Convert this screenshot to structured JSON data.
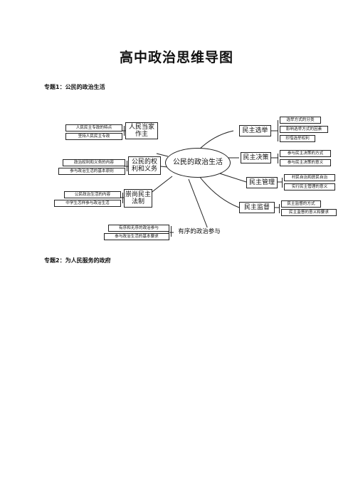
{
  "title": "高中政治思维导图",
  "sections": [
    {
      "heading": "专题1：公民的政治生活"
    },
    {
      "heading": "专题2：为人民服务的政府"
    }
  ],
  "mindmap": {
    "center": "公民的政治生活",
    "left": [
      {
        "label": "人民当家作主",
        "items": [
          "人民民主专政的特点",
          "坚持人民民主专政"
        ]
      },
      {
        "label": "公民的权利和义务",
        "items": [
          "政治权利和义务的内容",
          "参与政治生活的基本原则"
        ]
      },
      {
        "label": "崇尚民主法制",
        "items": [
          "公民政治生活的内容",
          "中学生怎样参与政治生活"
        ]
      },
      {
        "label": "有序的政治参与",
        "items": [
          "有序和无序的政治参与",
          "参与政治生活的基本要求"
        ]
      }
    ],
    "right": [
      {
        "label": "民主选举",
        "items": [
          "选举方式的分类",
          "影响选举方式的因素",
          "珍惜选举权利"
        ]
      },
      {
        "label": "民主决策",
        "items": [
          "参与民主决策的方式",
          "参与民主决策的意义"
        ]
      },
      {
        "label": "民主管理",
        "items": [
          "村民自治和居民自治",
          "实行民主管理的意义"
        ]
      },
      {
        "label": "民主监督",
        "items": [
          "民主监督的方式",
          "民主监督的意义和要求"
        ]
      }
    ]
  }
}
